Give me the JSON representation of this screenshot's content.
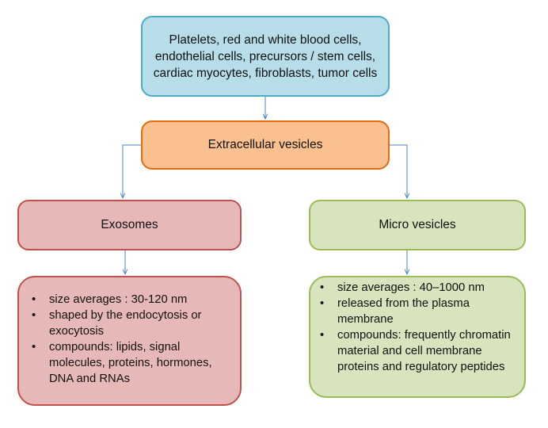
{
  "source_box": {
    "text": "Platelets, red and white blood cells, endothelial cells, precursors / stem cells, cardiac myocytes, fibroblasts, tumor cells"
  },
  "ev_box": {
    "text": "Extracellular vesicles"
  },
  "exosomes": {
    "title": "Exosomes",
    "details": [
      "size averages : 30-120 nm",
      "shaped by the endocytosis or exocytosis",
      "compounds: lipids, signal molecules, proteins, hormones, DNA and RNAs"
    ]
  },
  "micro_vesicles": {
    "title": "Micro vesicles",
    "details": [
      "size averages : 40–1000 nm",
      "released from the plasma membrane",
      "compounds:  frequently chromatin material and cell membrane proteins and regulatory peptides"
    ]
  },
  "colors": {
    "source_fill": "#b7dde8",
    "source_border": "#4bacc6",
    "ev_fill": "#fac090",
    "ev_border": "#e46c0a",
    "exosome_fill": "#e6b9b8",
    "exosome_border": "#c0504d",
    "micro_fill": "#d7e4bd",
    "micro_border": "#9bbb59",
    "connector": "#4f81bd"
  }
}
